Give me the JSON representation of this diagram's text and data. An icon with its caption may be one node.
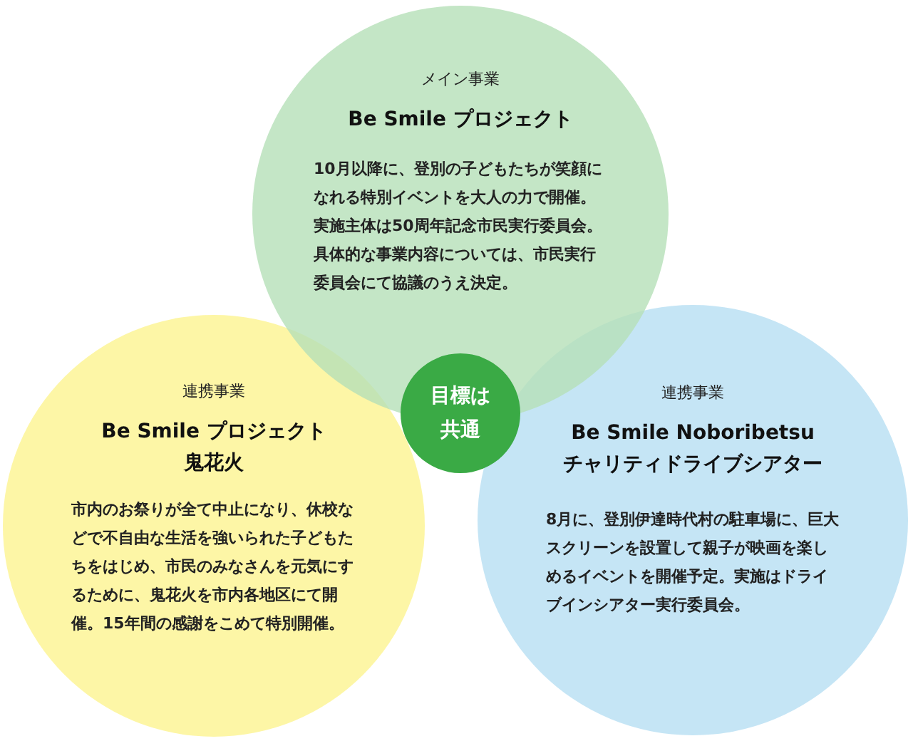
{
  "diagram": {
    "nodes": [
      {
        "text": [
          "メイン事業",
          "Be Smile プロジェクト",
          "10月以降に、登別の子どもたちが笑顔になれる特別イベントを大人の力で開催。実施主体は50周年記念市民実行委員会。具体的な事業内容については、市民実行委員会にて協議のうえ決定。"
        ]
      },
      {
        "text": [
          "連携事業",
          "Be Smile プロジェクト鬼花火",
          "市内のお祭りが全て中止になり、休校などで不自由な生活を強いられた子どもたちをはじめ、市民のみなさんを元気にするために、鬼花火を市内各地区にて開催。15年間の感謝をこめて特別開催。"
        ]
      },
      {
        "text": [
          "連携事業",
          "Be Smile Noboribetsu チャリティドライブシアター",
          "8月に、登別伊達時代村の駐車場に、巨大スクリーンを設置して親子が映画を楽しめるイベントを開催予定。実施はドライブインシアター実行委員会。"
        ]
      },
      {
        "text": [
          "目標は共通"
        ]
      }
    ]
  }
}
